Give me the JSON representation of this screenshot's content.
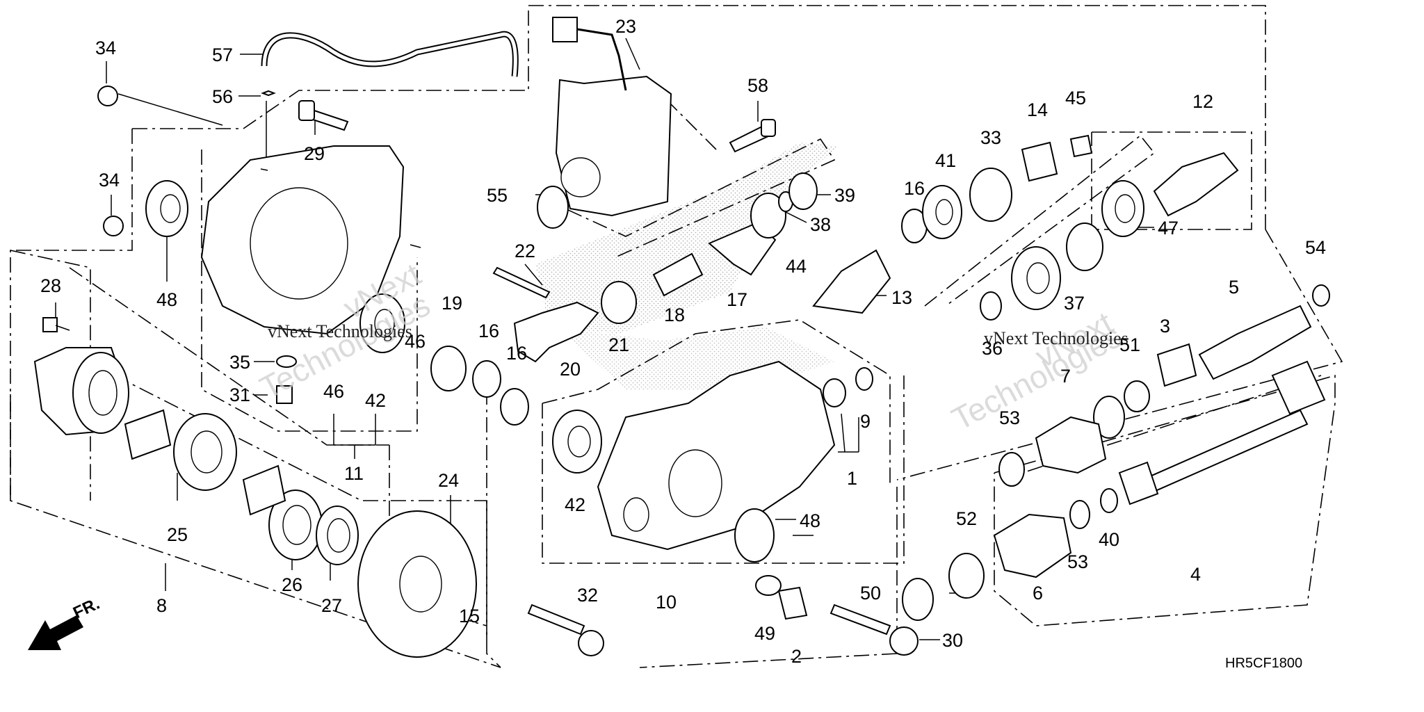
{
  "callouts": [
    "34",
    "57",
    "56",
    "29",
    "34",
    "48",
    "28",
    "35",
    "31",
    "46",
    "42",
    "46",
    "11",
    "25",
    "8",
    "26",
    "27",
    "24",
    "15",
    "23",
    "58",
    "55",
    "39",
    "38",
    "22",
    "19",
    "16",
    "16",
    "20",
    "21",
    "18",
    "17",
    "44",
    "13",
    "32",
    "10",
    "42",
    "48",
    "49",
    "2",
    "9",
    "1",
    "16",
    "41",
    "33",
    "14",
    "45",
    "12",
    "47",
    "36",
    "37",
    "54",
    "5",
    "3",
    "51",
    "7",
    "53",
    "4",
    "52",
    "6",
    "53",
    "40",
    "50",
    "30"
  ],
  "drawing_code": "HR5CF1800",
  "direction_label": "FR.",
  "watermark": {
    "brand": "vNext",
    "company": "Technologies",
    "full": "vNext Technologies"
  }
}
